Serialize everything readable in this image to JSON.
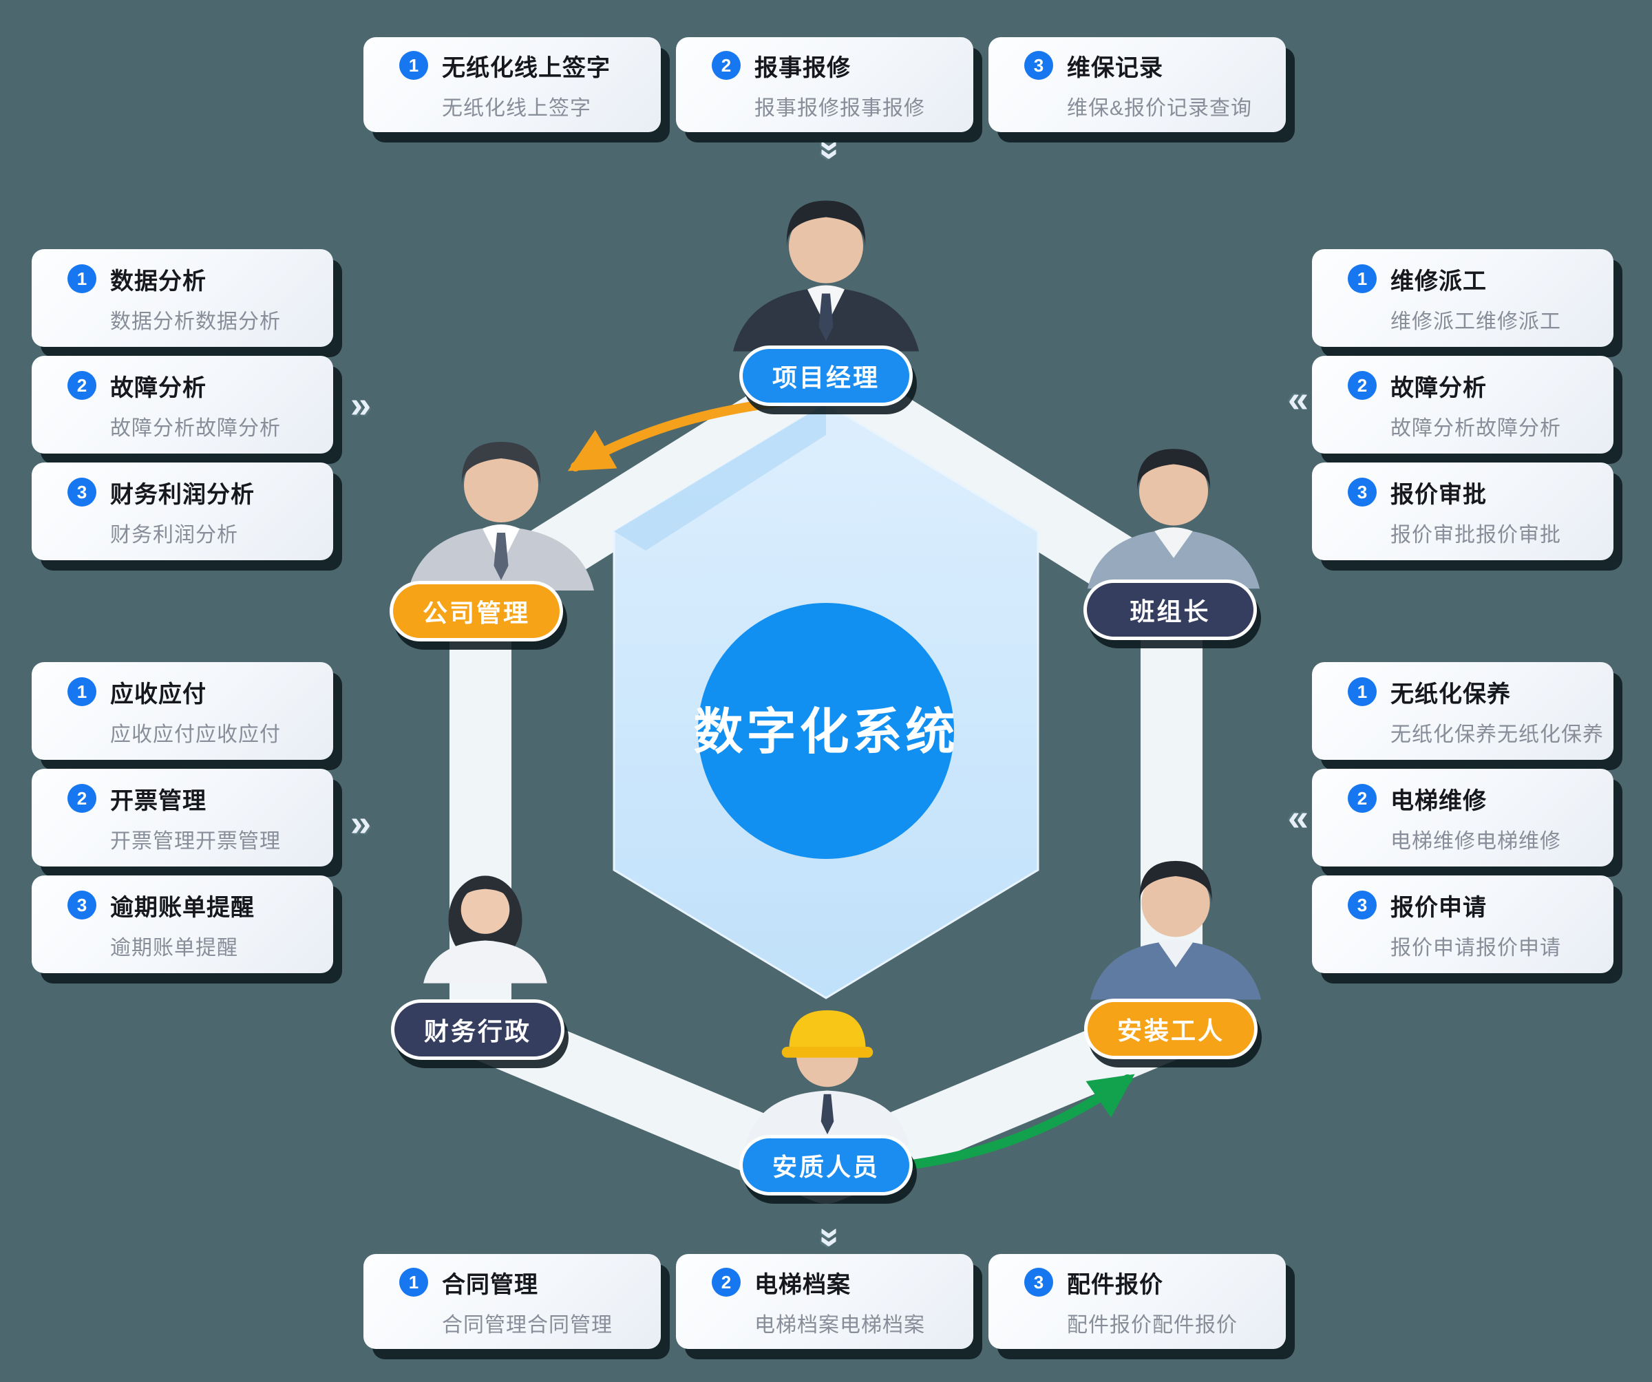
{
  "background_color": "#4d676e",
  "colors": {
    "badge_blue": "#1677f0",
    "pill_blue": "#1b8cf0",
    "pill_orange": "#f6a318",
    "pill_navy": "#363e60",
    "center_circle_blue": "#1290f1",
    "hexagon_light_blue": "#cde7fb",
    "ring_white": "#f6fafd",
    "arrow_orange": "#f5a11c",
    "arrow_green": "#12a14c",
    "card_title_color": "#16181d",
    "card_desc_color": "#888e99"
  },
  "icons": {
    "chevron": "»"
  },
  "center": {
    "label": "数字化系统"
  },
  "roles": {
    "project_manager": {
      "label": "项目经理"
    },
    "company_management": {
      "label": "公司管理"
    },
    "team_leader": {
      "label": "班组长"
    },
    "finance_admin": {
      "label": "财务行政"
    },
    "installer": {
      "label": "安装工人"
    },
    "safety_quality": {
      "label": "安质人员"
    }
  },
  "card_groups": {
    "top": [
      {
        "num": "1",
        "title": "无纸化线上签字",
        "desc": "无纸化线上签字"
      },
      {
        "num": "2",
        "title": "报事报修",
        "desc": "报事报修报事报修"
      },
      {
        "num": "3",
        "title": "维保记录",
        "desc": "维保&报价记录查询"
      }
    ],
    "left_top": [
      {
        "num": "1",
        "title": "数据分析",
        "desc": "数据分析数据分析"
      },
      {
        "num": "2",
        "title": "故障分析",
        "desc": "故障分析故障分析"
      },
      {
        "num": "3",
        "title": "财务利润分析",
        "desc": "财务利润分析"
      }
    ],
    "right_top": [
      {
        "num": "1",
        "title": "维修派工",
        "desc": "维修派工维修派工"
      },
      {
        "num": "2",
        "title": "故障分析",
        "desc": "故障分析故障分析"
      },
      {
        "num": "3",
        "title": "报价审批",
        "desc": "报价审批报价审批"
      }
    ],
    "left_bottom": [
      {
        "num": "1",
        "title": "应收应付",
        "desc": "应收应付应收应付"
      },
      {
        "num": "2",
        "title": "开票管理",
        "desc": "开票管理开票管理"
      },
      {
        "num": "3",
        "title": "逾期账单提醒",
        "desc": "逾期账单提醒"
      }
    ],
    "right_bottom": [
      {
        "num": "1",
        "title": "无纸化保养",
        "desc": "无纸化保养无纸化保养"
      },
      {
        "num": "2",
        "title": "电梯维修",
        "desc": "电梯维修电梯维修"
      },
      {
        "num": "3",
        "title": "报价申请",
        "desc": "报价申请报价申请"
      }
    ],
    "bottom": [
      {
        "num": "1",
        "title": "合同管理",
        "desc": "合同管理合同管理"
      },
      {
        "num": "2",
        "title": "电梯档案",
        "desc": "电梯档案电梯档案"
      },
      {
        "num": "3",
        "title": "配件报价",
        "desc": "配件报价配件报价"
      }
    ]
  }
}
